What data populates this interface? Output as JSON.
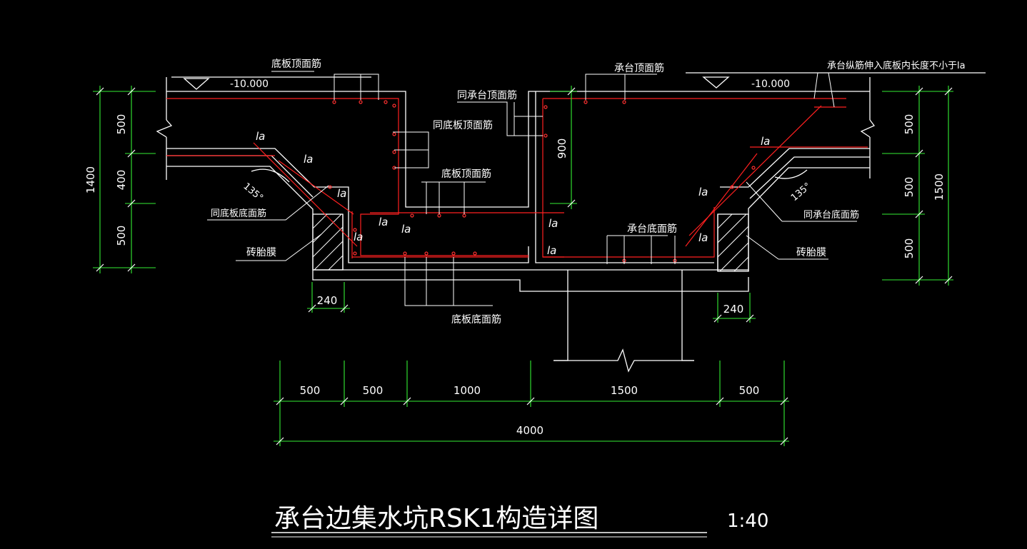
{
  "title": "承台边集水坑RSK1构造详图",
  "scale": "1:40",
  "elevations": {
    "left": "-10.000",
    "right": "-10.000"
  },
  "labels": {
    "dbdm_top": "底板顶面筋",
    "ctdm_top": "承台顶面筋",
    "anchor_note": "承台纵筋伸入底板内长度不小于la",
    "tong_ct_top": "同承台顶面筋",
    "tong_db_top": "同底板顶面筋",
    "db_top_mid": "底板顶面筋",
    "tong_db_bottom": "同底板底面筋",
    "brick_left": "砖胎膜",
    "ct_bottom": "承台底面筋",
    "tong_ct_bottom": "同承台底面筋",
    "brick_right": "砖胎膜",
    "db_bottom": "底板底面筋"
  },
  "la": "la",
  "angle": "135°",
  "dims": {
    "left_500a": "500",
    "left_400": "400",
    "left_500b": "500",
    "left_total": "1400",
    "right_500a": "500",
    "right_500b": "500",
    "right_500c": "500",
    "right_total": "1500",
    "depth_900": "900",
    "w240_left": "240",
    "w240_right": "240",
    "bottom": [
      "500",
      "500",
      "1000",
      "1500",
      "500"
    ],
    "bottom_total": "4000"
  }
}
